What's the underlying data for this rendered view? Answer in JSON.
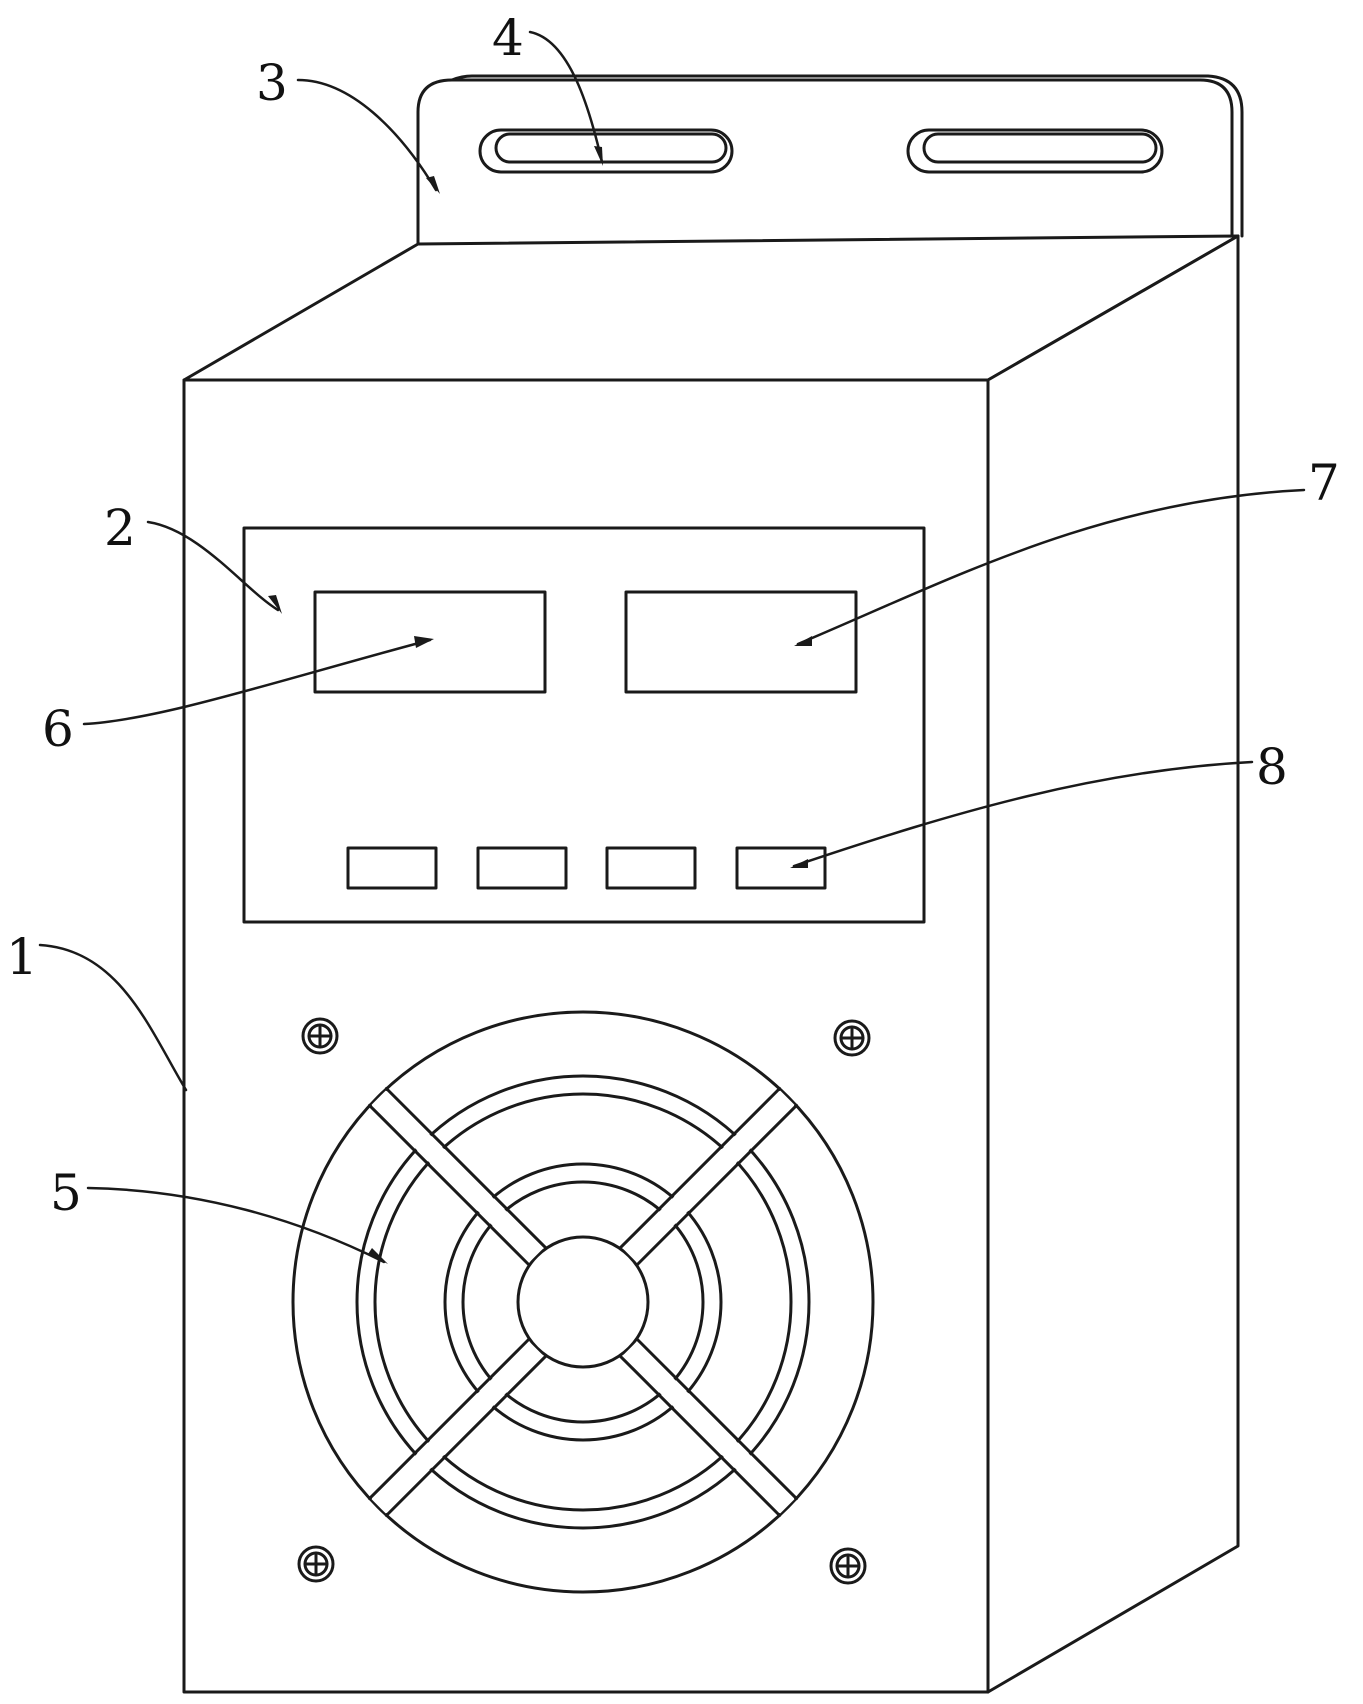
{
  "diagram": {
    "callouts": {
      "housing": "1",
      "control_panel": "2",
      "mounting_bracket": "3",
      "mounting_slot": "4",
      "fan_grille": "5",
      "display_left": "6",
      "display_right": "7",
      "buttons": "8"
    },
    "colors": {
      "line": "#1a1a1a",
      "background": "#ffffff"
    }
  }
}
